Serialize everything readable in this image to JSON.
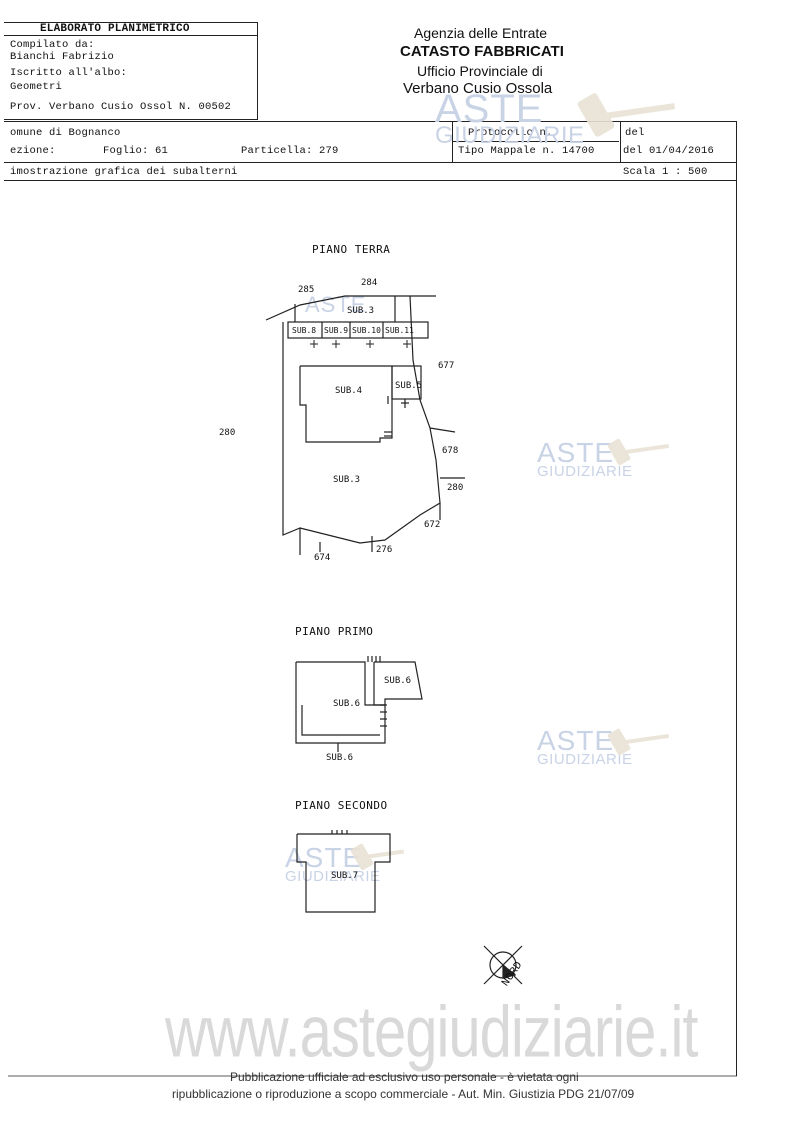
{
  "header": {
    "doc_title": "ELABORATO PLANIMETRICO",
    "compiled_by_label": "Compilato da:",
    "compiled_by_name": "Bianchi Fabrizio",
    "registered_label": "Iscritto all'albo:",
    "registered_value": "Geometri",
    "province_line": "Prov. Verbano Cusio Ossol   N. 00502",
    "agency": "Agenzia delle Entrate",
    "catasto": "CATASTO FABBRICATI",
    "office": "Ufficio Provinciale di",
    "office_city": "Verbano Cusio Ossola"
  },
  "info": {
    "comune": "omune di Bognanco",
    "sezione_label": "ezione:",
    "foglio": "Foglio: 61",
    "particella": "Particella: 279",
    "protocollo": "Protocollo n.",
    "del_label": "del",
    "tipo_mappale": "Tipo Mappale n. 14700",
    "del_date": "del 01/04/2016",
    "dimostrazione": "imostrazione grafica dei subalterni",
    "scala": "Scala 1 : 500"
  },
  "plans": {
    "piano_terra": "PIANO TERRA",
    "piano_primo": "PIANO PRIMO",
    "piano_secondo": "PIANO SECONDO"
  },
  "parcels": {
    "p285": "285",
    "p284": "284",
    "p677": "677",
    "p280_left": "280",
    "p678": "678",
    "p280_right": "280",
    "p672": "672",
    "p674": "674",
    "p276": "276"
  },
  "subs": {
    "sub3_top": "SUB.3",
    "sub8": "SUB.8",
    "sub9": "SUB.9",
    "sub10": "SUB.10",
    "sub11": "SUB.11",
    "sub4": "SUB.4",
    "sub5": "SUB.5",
    "sub3_main": "SUB.3",
    "sub6_right": "SUB.6",
    "sub6_main": "SUB.6",
    "sub6_bottom": "SUB.6",
    "sub7": "SUB.7"
  },
  "compass": {
    "label": "NORD"
  },
  "watermark": {
    "aste": "ASTE",
    "giudiziarie": "GIUDIZIARIE",
    "site": "www.astegiudiziarie.it"
  },
  "footer": {
    "line1": "Pubblicazione ufficiale ad esclusivo uso personale - è vietata ogni",
    "line2": "ripubblicazione o riproduzione a scopo commerciale - Aut. Min. Giustizia PDG 21/07/09"
  }
}
